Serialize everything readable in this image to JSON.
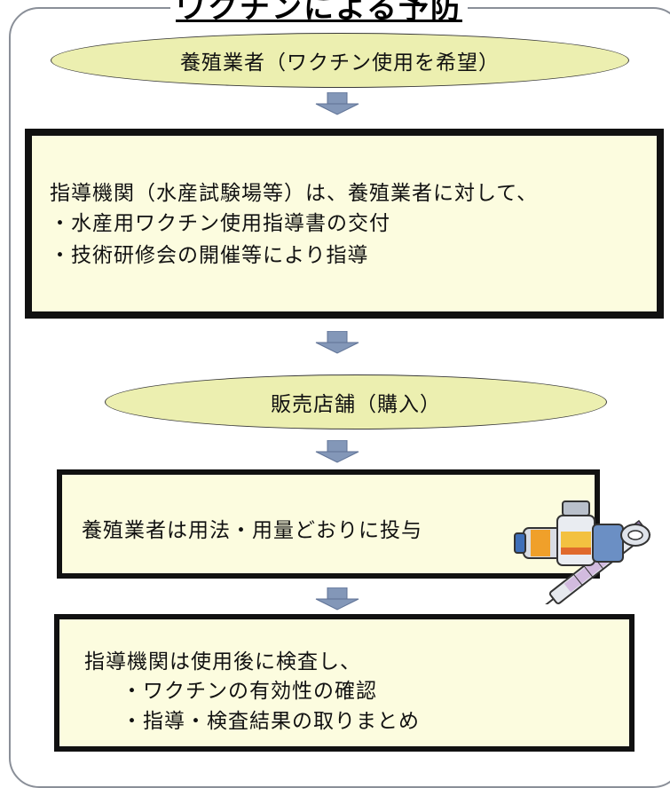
{
  "header": {
    "title_partial": "ワクチンによる予防"
  },
  "flow": {
    "step1": {
      "label": "養殖業者（ワクチン使用を希望）"
    },
    "step2": {
      "line1": "指導機関（水産試験場等）は、養殖業者に対して、",
      "line2": "・水産用ワクチン使用指導書の交付",
      "line3": "・技術研修会の開催等により指導"
    },
    "step3": {
      "label": "販売店舗（購入）"
    },
    "step4": {
      "line1": "養殖業者は用法・用量どおりに投与"
    },
    "step5": {
      "line1": "指導機関は使用後に検査し、",
      "line2": "・ワクチンの有効性の確認",
      "line3": "・指導・検査結果の取りまとめ"
    }
  },
  "icons": {
    "arrow": "down-arrow-icon",
    "illustration": "vaccine-vials-syringe-illustration"
  },
  "colors": {
    "ellipse_fill": "#ecefb0",
    "box_fill": "#fcfcdf",
    "arrow_fill": "#8397b8",
    "frame_border": "#8a8f98"
  }
}
